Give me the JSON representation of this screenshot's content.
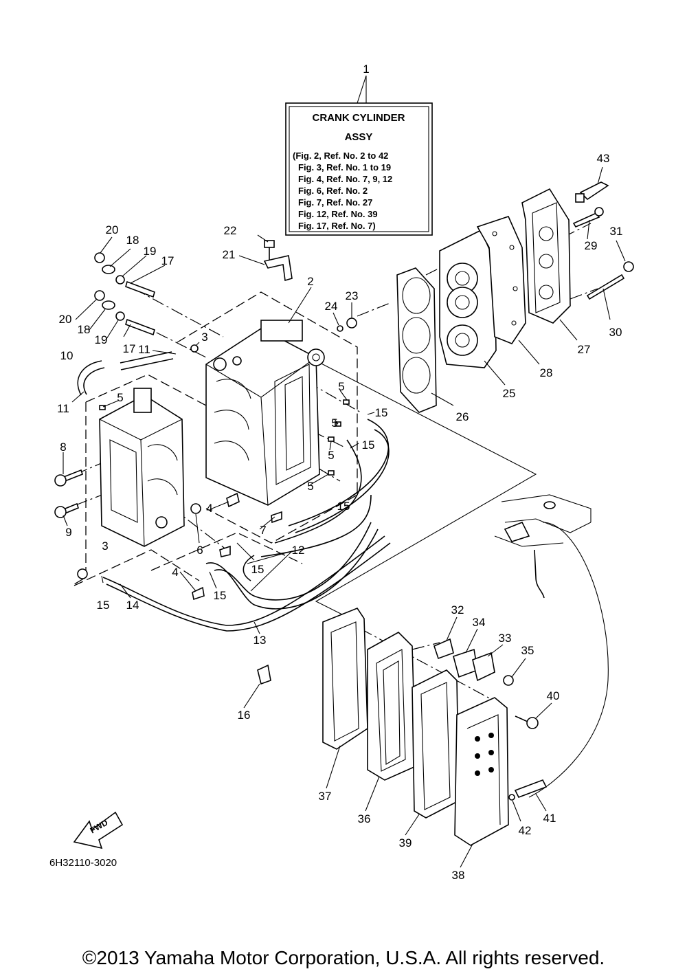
{
  "assy_box": {
    "title_line1": "CRANK CYLINDER",
    "title_line2": "ASSY",
    "refs": [
      "(Fig. 2, Ref. No. 2 to 42",
      "Fig. 3, Ref. No. 1 to 19",
      "Fig. 4, Ref. No. 7, 9, 12",
      "Fig. 6, Ref. No. 2",
      "Fig. 7, Ref. No. 27",
      "Fig. 12, Ref. No. 39",
      "Fig. 17, Ref. No. 7)"
    ]
  },
  "callouts": {
    "c1": "1",
    "c2": "2",
    "c3a": "3",
    "c3b": "3",
    "c4a": "4",
    "c4b": "4",
    "c5a": "5",
    "c5b": "5",
    "c5c": "5",
    "c5d": "5",
    "c5e": "5",
    "c6": "6",
    "c7": "7",
    "c8": "8",
    "c9": "9",
    "c10": "10",
    "c11a": "11",
    "c11b": "11",
    "c12": "12",
    "c13": "13",
    "c14": "14",
    "c15a": "15",
    "c15b": "15",
    "c15c": "15",
    "c15d": "15",
    "c15e": "15",
    "c15f": "15",
    "c16": "16",
    "c17a": "17",
    "c17b": "17",
    "c18a": "18",
    "c18b": "18",
    "c19a": "19",
    "c19b": "19",
    "c20a": "20",
    "c20b": "20",
    "c21": "21",
    "c22": "22",
    "c23": "23",
    "c24": "24",
    "c25": "25",
    "c26": "26",
    "c27": "27",
    "c28": "28",
    "c29": "29",
    "c30": "30",
    "c31": "31",
    "c32": "32",
    "c33": "33",
    "c34": "34",
    "c35": "35",
    "c36": "36",
    "c37": "37",
    "c38": "38",
    "c39": "39",
    "c40": "40",
    "c41": "41",
    "c42": "42",
    "c43": "43"
  },
  "fwd_label": "FWD",
  "diagram_code": "6H32110-3020",
  "copyright": "©2013 Yamaha Motor Corporation, U.S.A. All rights reserved."
}
